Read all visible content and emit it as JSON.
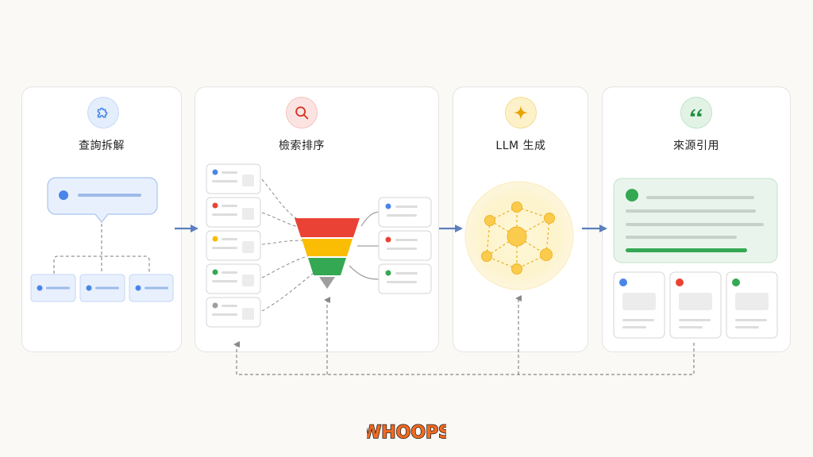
{
  "stages": [
    {
      "id": "decompose",
      "title": "查詢拆解",
      "icon": "puzzle-icon",
      "color": "#4a86e8",
      "bg": "#e3edfb"
    },
    {
      "id": "retrieve",
      "title": "檢索排序",
      "icon": "search-icon",
      "color": "#d93025",
      "bg": "#fbe3e1"
    },
    {
      "id": "generate",
      "title": "LLM 生成",
      "icon": "sparkle-icon",
      "color": "#e8a400",
      "bg": "#fdf1c9"
    },
    {
      "id": "cite",
      "title": "來源引用",
      "icon": "quote-icon",
      "color": "#1e8e3e",
      "bg": "#e2f3e6"
    }
  ],
  "colors": {
    "blue": "#4a86e8",
    "red": "#ea4335",
    "yellow": "#fbbc04",
    "green": "#34a853",
    "gray": "#9e9e9e",
    "arrow": "#5b7fbe"
  },
  "retrieval_docs": [
    "blue",
    "red",
    "yellow",
    "green",
    "gray"
  ],
  "ranked_docs": [
    "blue",
    "red",
    "green"
  ],
  "cited_sources": [
    "blue",
    "red",
    "green"
  ],
  "watermark": "WHOOPS"
}
